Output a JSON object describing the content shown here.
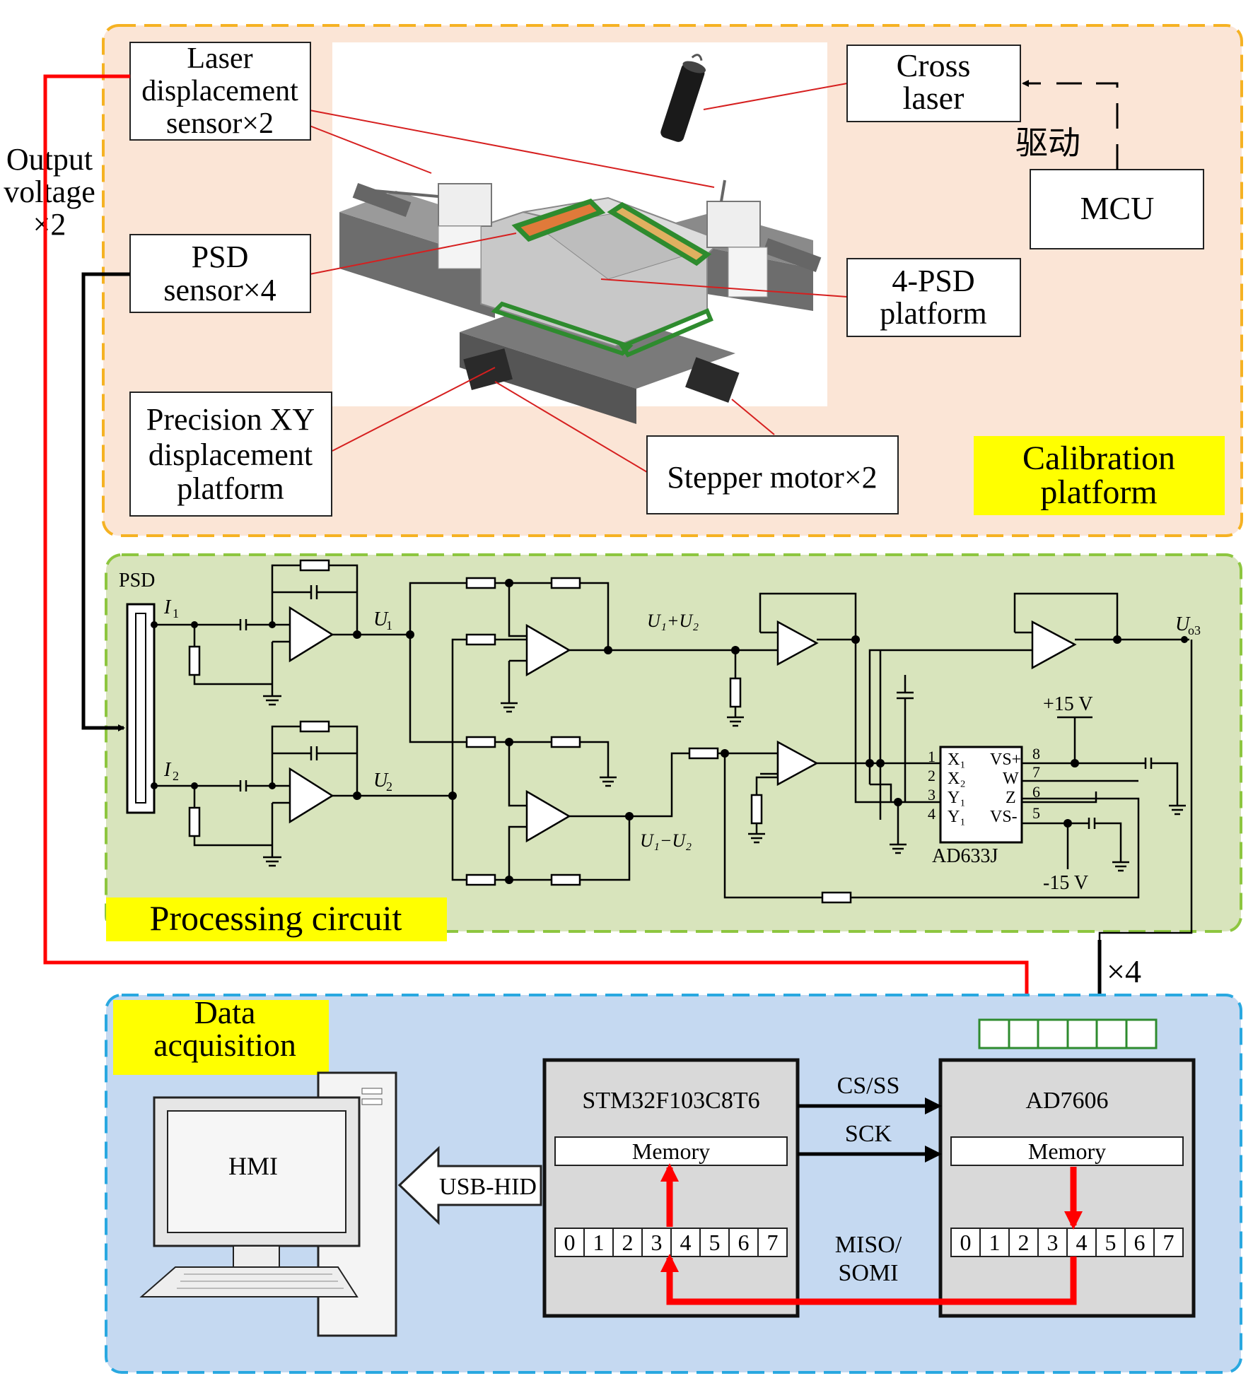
{
  "calibration": {
    "title_line1": "Calibration",
    "title_line2": "platform",
    "laser_sensor": [
      "Laser",
      "displacement",
      "sensor×2"
    ],
    "psd_sensor": [
      "PSD",
      "sensor×4"
    ],
    "xy_platform": [
      "Precision XY",
      "displacement",
      "platform"
    ],
    "cross_laser": [
      "Cross",
      "laser"
    ],
    "psd_platform": [
      "4-PSD",
      "platform"
    ],
    "stepper": "Stepper motor×2",
    "mcu": "MCU",
    "drive": "驱动",
    "output_voltage": [
      "Output",
      "voltage",
      "×2"
    ]
  },
  "circuit": {
    "title": "Processing circuit",
    "psd": "PSD",
    "i1": "I",
    "i1_sub": "1",
    "i2": "I",
    "i2_sub": "2",
    "u1": "U",
    "u1_sub": "1",
    "u2": "U",
    "u2_sub": "2",
    "sum": "U₁+U₂",
    "diff": "U₁−U₂",
    "uo3": "U",
    "uo3_sub": "o3",
    "plus15": "+15 V",
    "minus15": "-15 V",
    "chip": "AD633J",
    "pins_left": [
      "X₁",
      "X₂",
      "Y₁",
      "Y₁"
    ],
    "pins_left_num": [
      "1",
      "2",
      "3",
      "4"
    ],
    "pins_right": [
      "VS+",
      "W",
      "Z",
      "VS-"
    ],
    "pins_right_num": [
      "8",
      "7",
      "6",
      "5"
    ],
    "times4": "×4"
  },
  "daq": {
    "title_line1": "Data",
    "title_line2": "acquisition",
    "hmi": "HMI",
    "usb": "USB-HID",
    "mcu_name": "STM32F103C8T6",
    "adc_name": "AD7606",
    "memory": "Memory",
    "cs": "CS/SS",
    "sck": "SCK",
    "miso": [
      "MISO/",
      "SOMI"
    ],
    "cells": [
      "0",
      "1",
      "2",
      "3",
      "4",
      "5",
      "6",
      "7"
    ]
  },
  "colors": {
    "calib_bg": "#fbe5d6",
    "calib_border": "#f5b223",
    "circuit_bg": "#d8e4bc",
    "circuit_border": "#8dc63f",
    "daq_bg": "#c5d9f1",
    "daq_border": "#29a8e0",
    "highlight": "#ffff00",
    "red": "#ff0000"
  }
}
